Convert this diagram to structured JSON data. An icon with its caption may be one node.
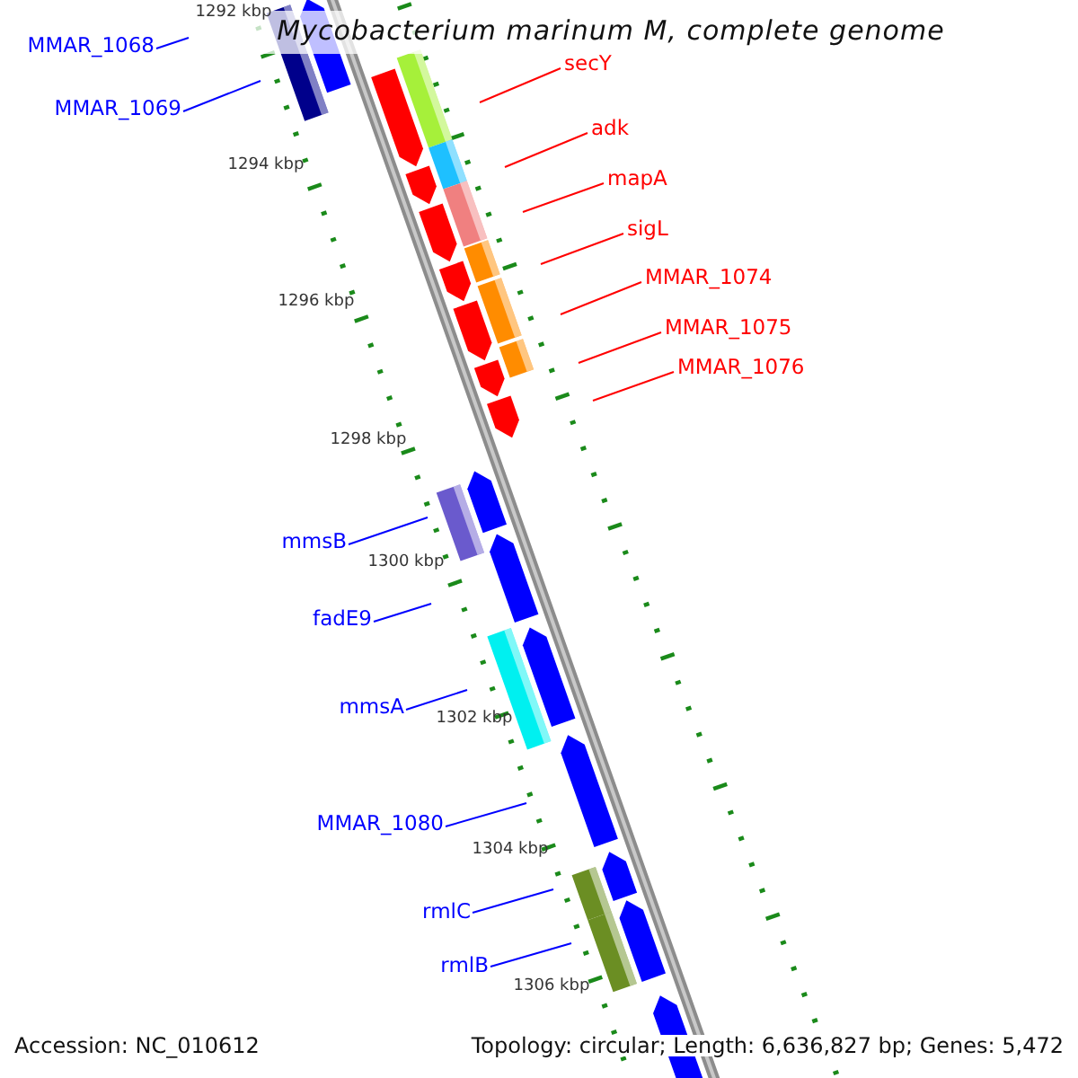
{
  "diagram": {
    "title": "Mycobacterium marinum M, complete genome",
    "nodes": [
      {
        "text": [
          "MMAR_1068"
        ]
      },
      {
        "text": [
          "MMAR_1069"
        ]
      },
      {
        "text": [
          "secY"
        ]
      },
      {
        "text": [
          "adk"
        ]
      },
      {
        "text": [
          "mapA"
        ]
      },
      {
        "text": [
          "sigL"
        ]
      },
      {
        "text": [
          "MMAR_1074"
        ]
      },
      {
        "text": [
          "MMAR_1075"
        ]
      },
      {
        "text": [
          "MMAR_1076"
        ]
      },
      {
        "text": [
          "mmsB"
        ]
      },
      {
        "text": [
          "fadE9"
        ]
      },
      {
        "text": [
          "mmsA"
        ]
      },
      {
        "text": [
          "MMAR_1080"
        ]
      },
      {
        "text": [
          "rmlC"
        ]
      },
      {
        "text": [
          "rmlB"
        ]
      }
    ],
    "edges": [
      {
        "from": 0,
        "to": null,
        "arrow": "none"
      },
      {
        "from": 1,
        "to": null,
        "arrow": "none"
      },
      {
        "from": 2,
        "to": null,
        "arrow": "none",
        "color": "#ff0000"
      },
      {
        "from": 3,
        "to": null,
        "arrow": "none",
        "color": "#ff0000"
      },
      {
        "from": 4,
        "to": null,
        "arrow": "none",
        "color": "#ff0000"
      },
      {
        "from": 5,
        "to": null,
        "arrow": "none",
        "color": "#ff0000"
      },
      {
        "from": 6,
        "to": null,
        "arrow": "none",
        "color": "#ff0000"
      },
      {
        "from": 7,
        "to": null,
        "arrow": "none",
        "color": "#ff0000"
      },
      {
        "from": 8,
        "to": null,
        "arrow": "none",
        "color": "#ff0000"
      },
      {
        "from": 9,
        "to": null,
        "arrow": "none"
      },
      {
        "from": 10,
        "to": null,
        "arrow": "none"
      },
      {
        "from": 11,
        "to": null,
        "arrow": "none"
      },
      {
        "from": 12,
        "to": null,
        "arrow": "none"
      },
      {
        "from": 13,
        "to": null,
        "arrow": "none"
      },
      {
        "from": 14,
        "to": null,
        "arrow": "none"
      }
    ],
    "labels": [
      "1292 kbp",
      "1294 kbp",
      "1296 kbp",
      "1298 kbp",
      "1300 kbp",
      "1302 kbp",
      "1304 kbp",
      "1306 kbp",
      "Accession: NC_010612",
      "Topology: circular; Length: 6,636,827 bp; Genes: 5,472"
    ]
  }
}
